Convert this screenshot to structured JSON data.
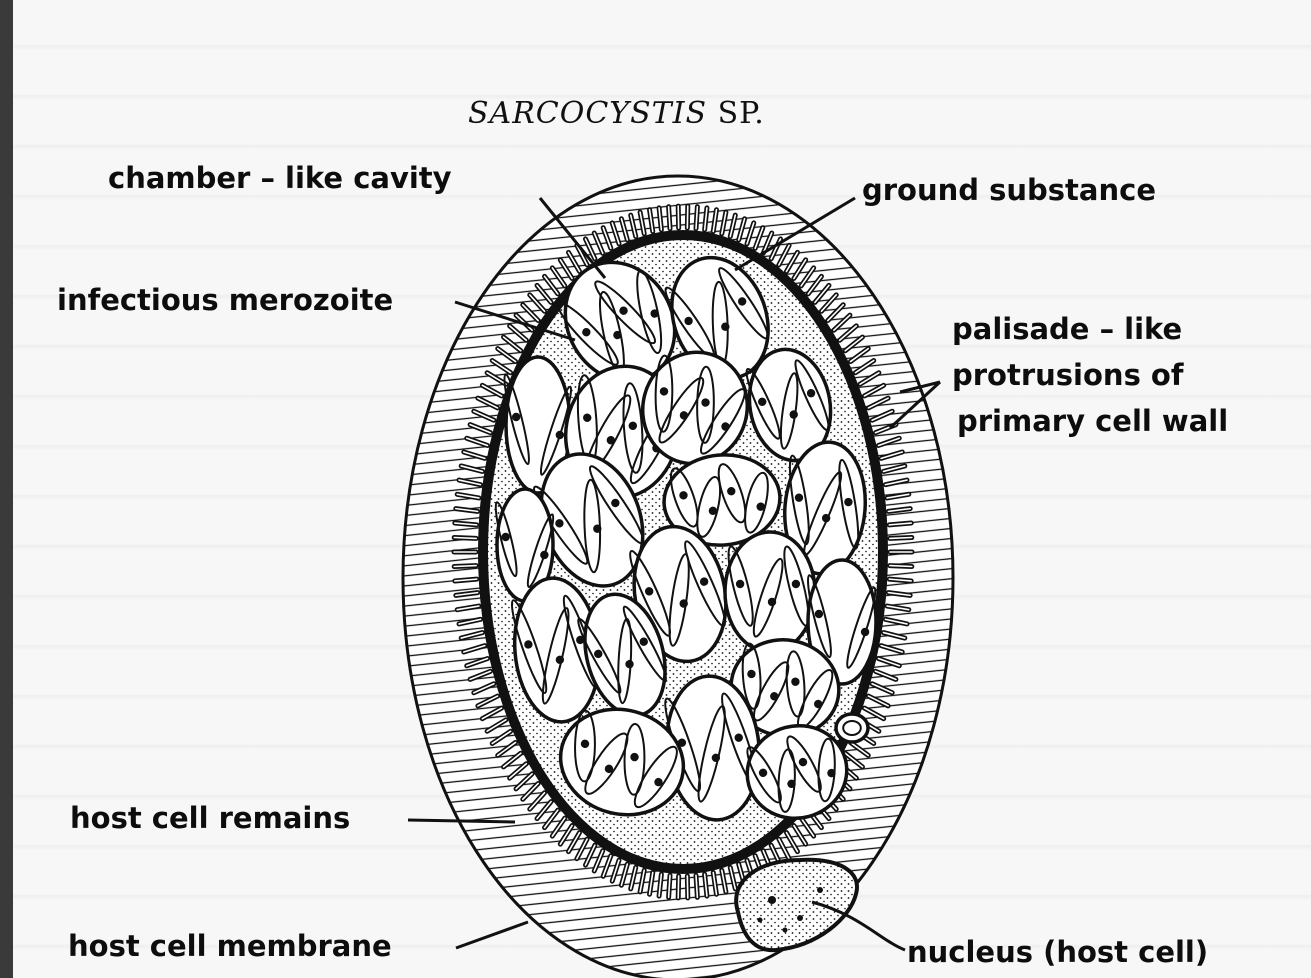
{
  "title": {
    "genus": "SARCOCYSTIS",
    "suffix": "SP."
  },
  "labels": {
    "chamber_cavity": "chamber – like cavity",
    "ground_substance": "ground substance",
    "infectious_merozoite": "infectious merozoite",
    "palisade_line1": "palisade – like",
    "palisade_line2": "protrusions of",
    "palisade_line3": "primary cell wall",
    "host_cell_remains": "host cell remains",
    "host_cell_membrane": "host cell membrane",
    "nucleus_host_cell": "nucleus (host cell)"
  },
  "colors": {
    "ink": "#111111",
    "paper": "#ffffff"
  }
}
